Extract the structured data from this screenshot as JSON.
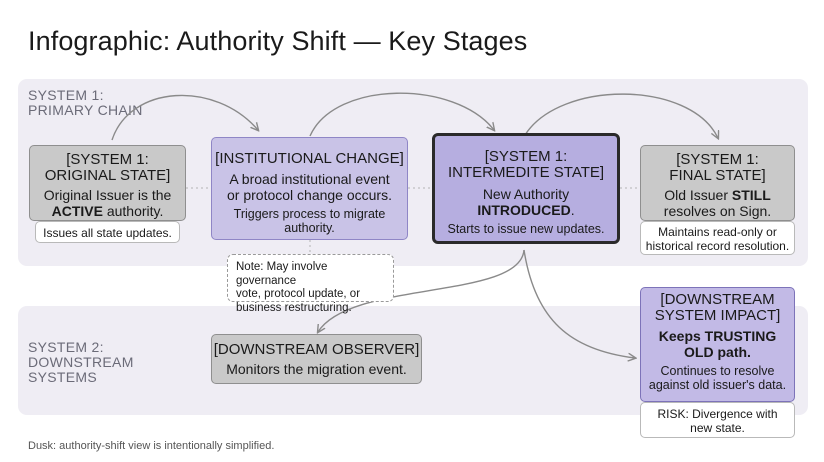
{
  "title": "Infographic: Authority Shift — Key Stages",
  "lanes": {
    "system1": {
      "line1": "SYSTEM 1:",
      "line2": "PRIMARY CHAIN"
    },
    "system2": {
      "line1": "SYSTEM 2:",
      "line2": "DOWNSTREAM",
      "line3": "SYSTEMS"
    }
  },
  "original_state": {
    "header1": "[SYSTEM 1:",
    "header2": "ORIGINAL STATE]",
    "body1": "Original Issuer is the",
    "body2_bold": "ACTIVE",
    "body2_rest": " authority.",
    "detail": "Issues all state updates."
  },
  "institutional_change": {
    "header": "[INSTITUTIONAL CHANGE]",
    "body1": "A broad institutional event",
    "body2": "or protocol change occurs.",
    "body3": "Triggers process to migrate",
    "body4": "authority."
  },
  "note": {
    "line1": "Note: May involve governance",
    "line2": "vote, protocol update, or",
    "line3": "business restructuring."
  },
  "intermediate_state": {
    "header1": "[SYSTEM 1:",
    "header2": "INTERMEDITE STATE]",
    "body1": "New Authority",
    "body2_bold": "INTRODUCED",
    "body2_rest": ".",
    "body3": "Starts to issue new updates."
  },
  "final_state": {
    "header1": "[SYSTEM 1:",
    "header2": "FINAL STATE]",
    "body1_pre": "Old Issuer ",
    "body1_bold": "STILL",
    "body2": "resolves on Sign.",
    "detail1": "Maintains read-only or",
    "detail2": "historical record resolution."
  },
  "downstream_observer": {
    "header": "[DOWNSTREAM OBSERVER]",
    "body": "Monitors the migration event."
  },
  "downstream_impact": {
    "header1": "[DOWNSTREAM",
    "header2": "SYSTEM IMPACT]",
    "bold1": "Keeps TRUSTING",
    "bold2": "OLD path.",
    "body1": "Continues to resolve",
    "body2": "against old issuer's data.",
    "risk1": "RISK: Divergence with",
    "risk2": "new state."
  },
  "footer": "Dusk: authority-shift view is intentionally simplified.",
  "colors": {
    "lane_bg": "#efedf4",
    "gray_box": "#c9c9c9",
    "lavender_box": "#c9c3e7",
    "highlight_box": "#b6aee0",
    "arrow": "#8a8a8a"
  }
}
